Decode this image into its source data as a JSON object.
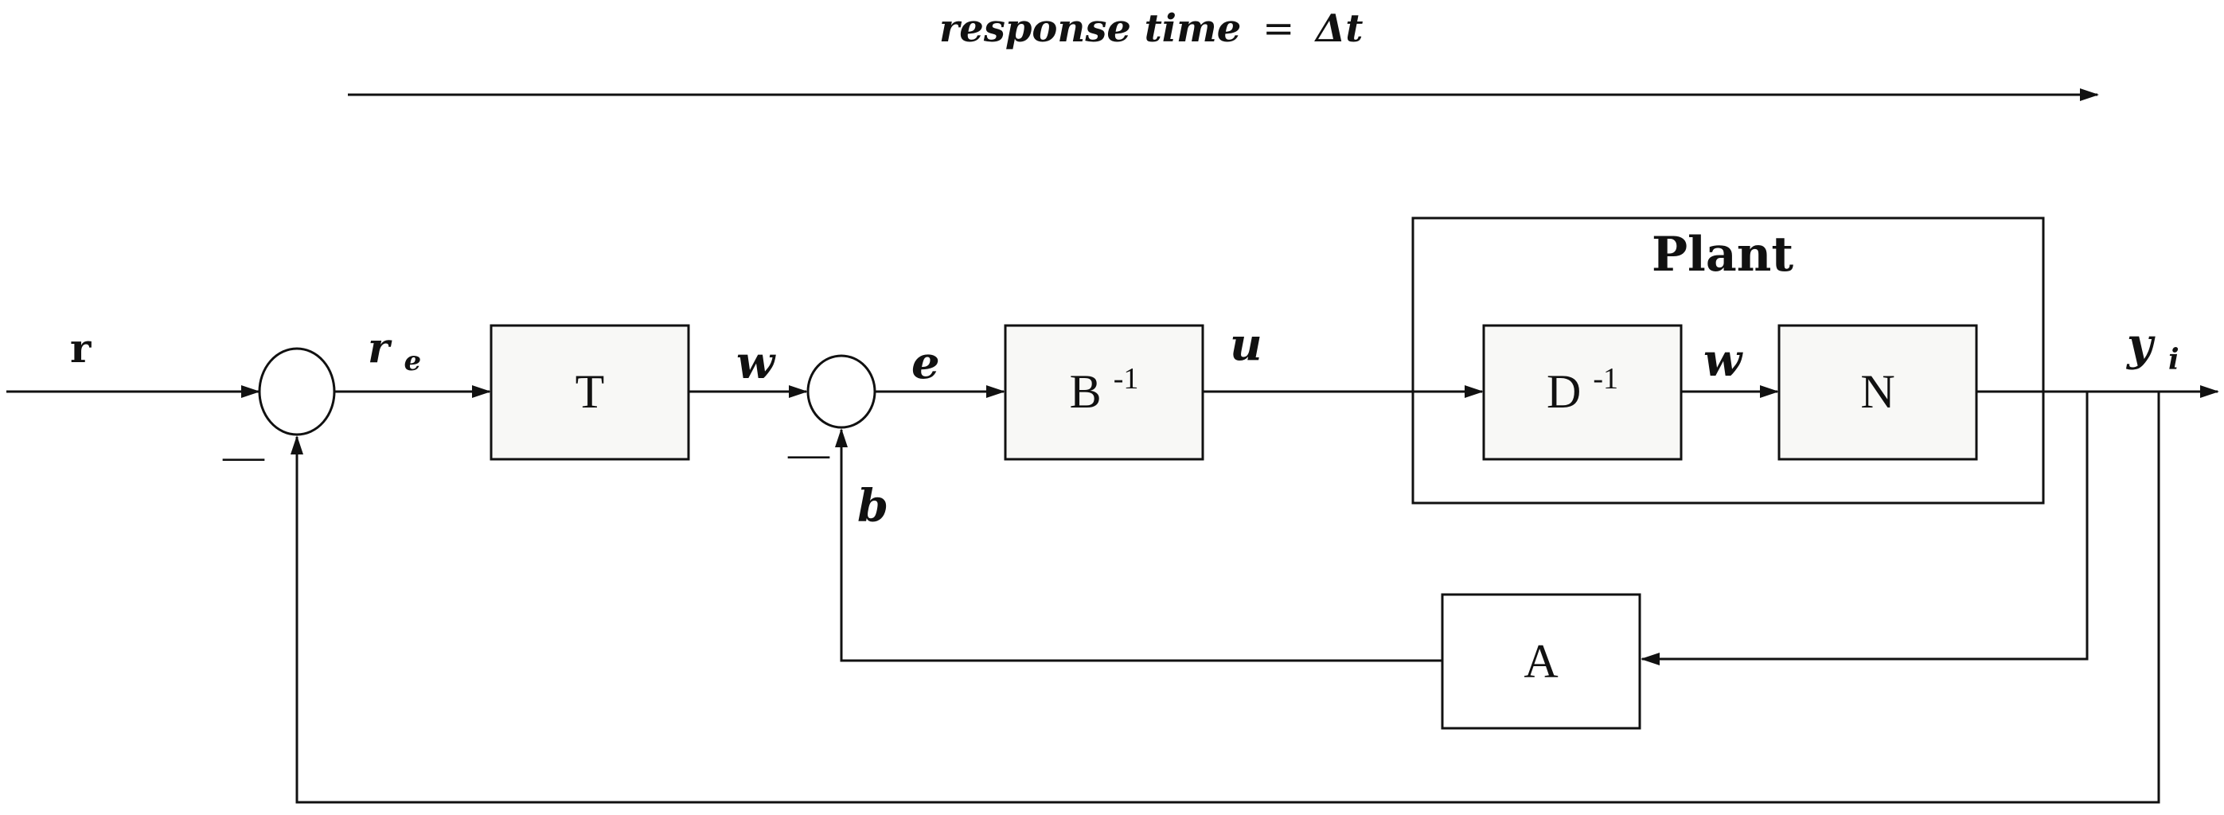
{
  "header": {
    "response_time_prefix": "response time",
    "equals": "=",
    "delta_t": "Δt"
  },
  "signals": {
    "r": "r",
    "r_e_base": "r",
    "r_e_sub": "e",
    "w_first": "w",
    "e": "e",
    "u": "u",
    "w_second": "w",
    "b": "b",
    "y_base": "y",
    "y_sub": "i",
    "minus_outer": "—",
    "minus_inner": "—"
  },
  "blocks": {
    "T": "T",
    "B_base": "B",
    "B_sup": "-1",
    "D_base": "D",
    "D_sup": "-1",
    "N": "N",
    "A": "A",
    "plant_title": "Plant"
  },
  "colors": {
    "stroke": "#111111",
    "block_fill": "#f8f8f6",
    "background": "#ffffff"
  }
}
